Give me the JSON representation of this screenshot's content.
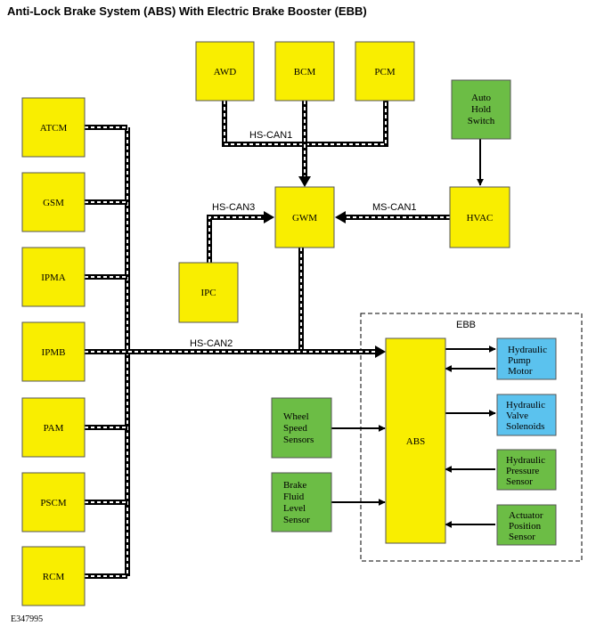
{
  "title": "Anti-Lock Brake System (ABS) With Electric Brake Booster (EBB)",
  "reference": "E347995",
  "ebb_label": "EBB",
  "modules": {
    "awd": "AWD",
    "bcm": "BCM",
    "pcm": "PCM",
    "auto_hold": [
      "Auto",
      "Hold",
      "Switch"
    ],
    "gwm": "GWM",
    "hvac": "HVAC",
    "ipc": "IPC",
    "abs": "ABS",
    "atcm": "ATCM",
    "gsm": "GSM",
    "ipma": "IPMA",
    "ipmb": "IPMB",
    "pam": "PAM",
    "pscm": "PSCM",
    "rcm": "RCM",
    "wheel_speed": [
      "Wheel",
      "Speed",
      "Sensors"
    ],
    "brake_fluid": [
      "Brake",
      "Fluid",
      "Level",
      "Sensor"
    ],
    "pump_motor": [
      "Hydraulic",
      "Pump",
      "Motor"
    ],
    "valve_solenoids": [
      "Hydraulic",
      "Valve",
      "Solenoids"
    ],
    "pressure_sensor": [
      "Hydraulic",
      "Pressure",
      "Sensor"
    ],
    "actuator_sensor": [
      "Actuator",
      "Position",
      "Sensor"
    ]
  },
  "buses": {
    "hs_can1": "HS-CAN1",
    "hs_can2": "HS-CAN2",
    "hs_can3": "HS-CAN3",
    "ms_can1": "MS-CAN1"
  },
  "colors": {
    "module": "#f9ee00",
    "sensor": "#6cbd45",
    "actuator": "#5bc2ee"
  }
}
